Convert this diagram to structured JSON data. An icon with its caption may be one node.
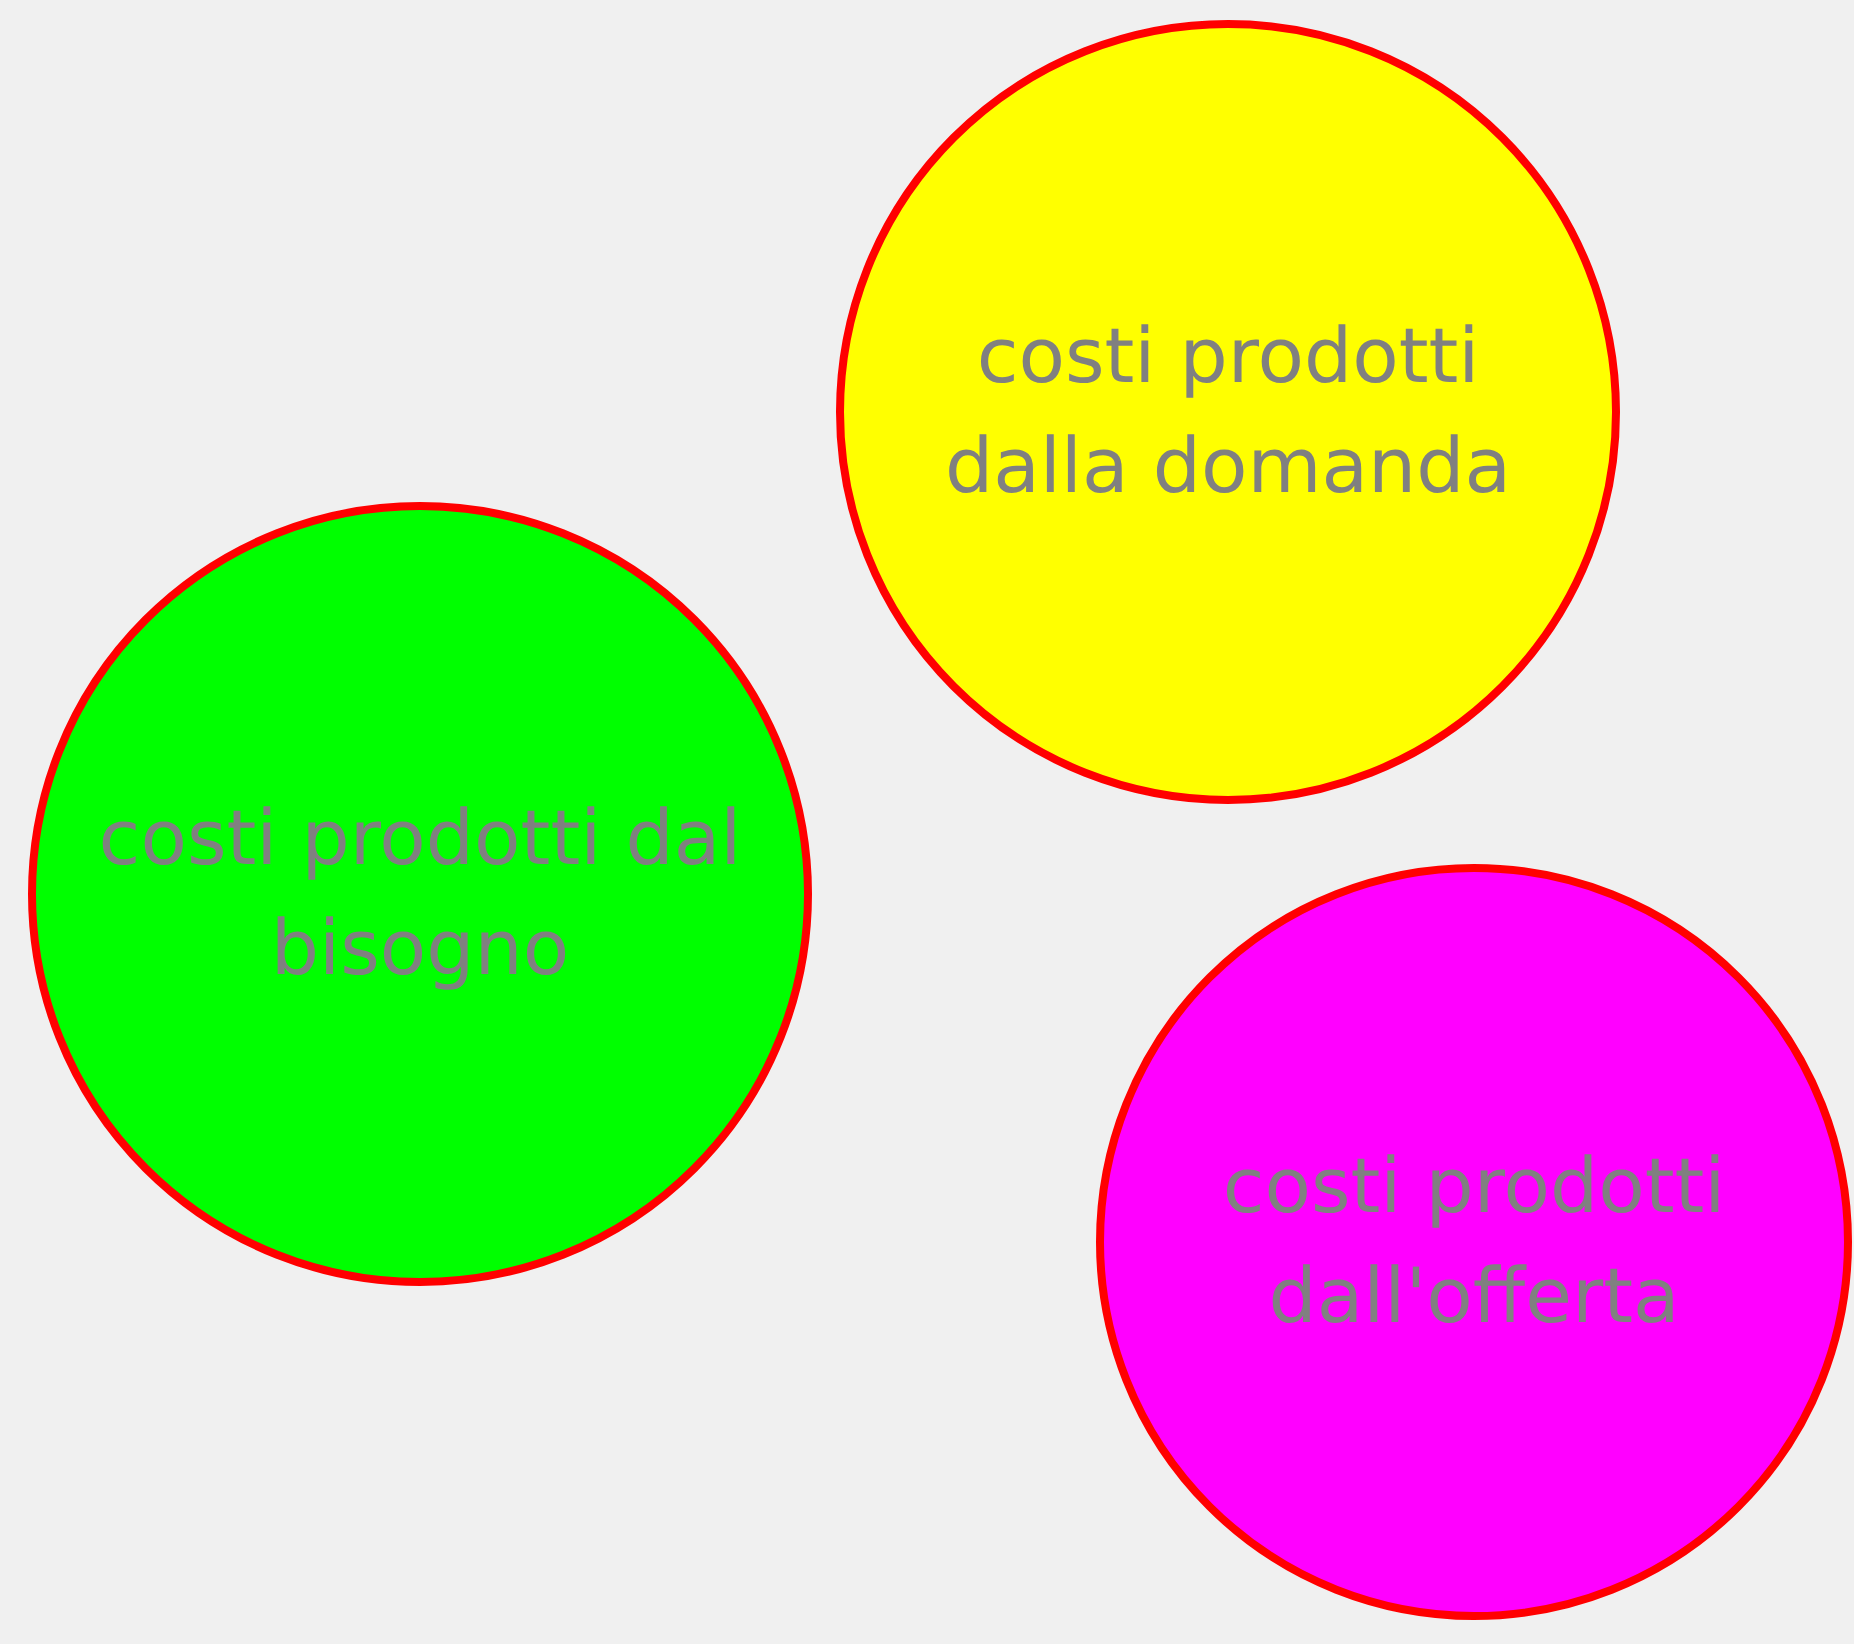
{
  "diagram": {
    "nodes": [
      {
        "text": [
          "costi prodotti dalla domanda"
        ]
      },
      {
        "text": [
          "costi prodotti dal bisogno"
        ]
      },
      {
        "text": [
          "costi prodotti dall'offerta"
        ]
      }
    ]
  }
}
